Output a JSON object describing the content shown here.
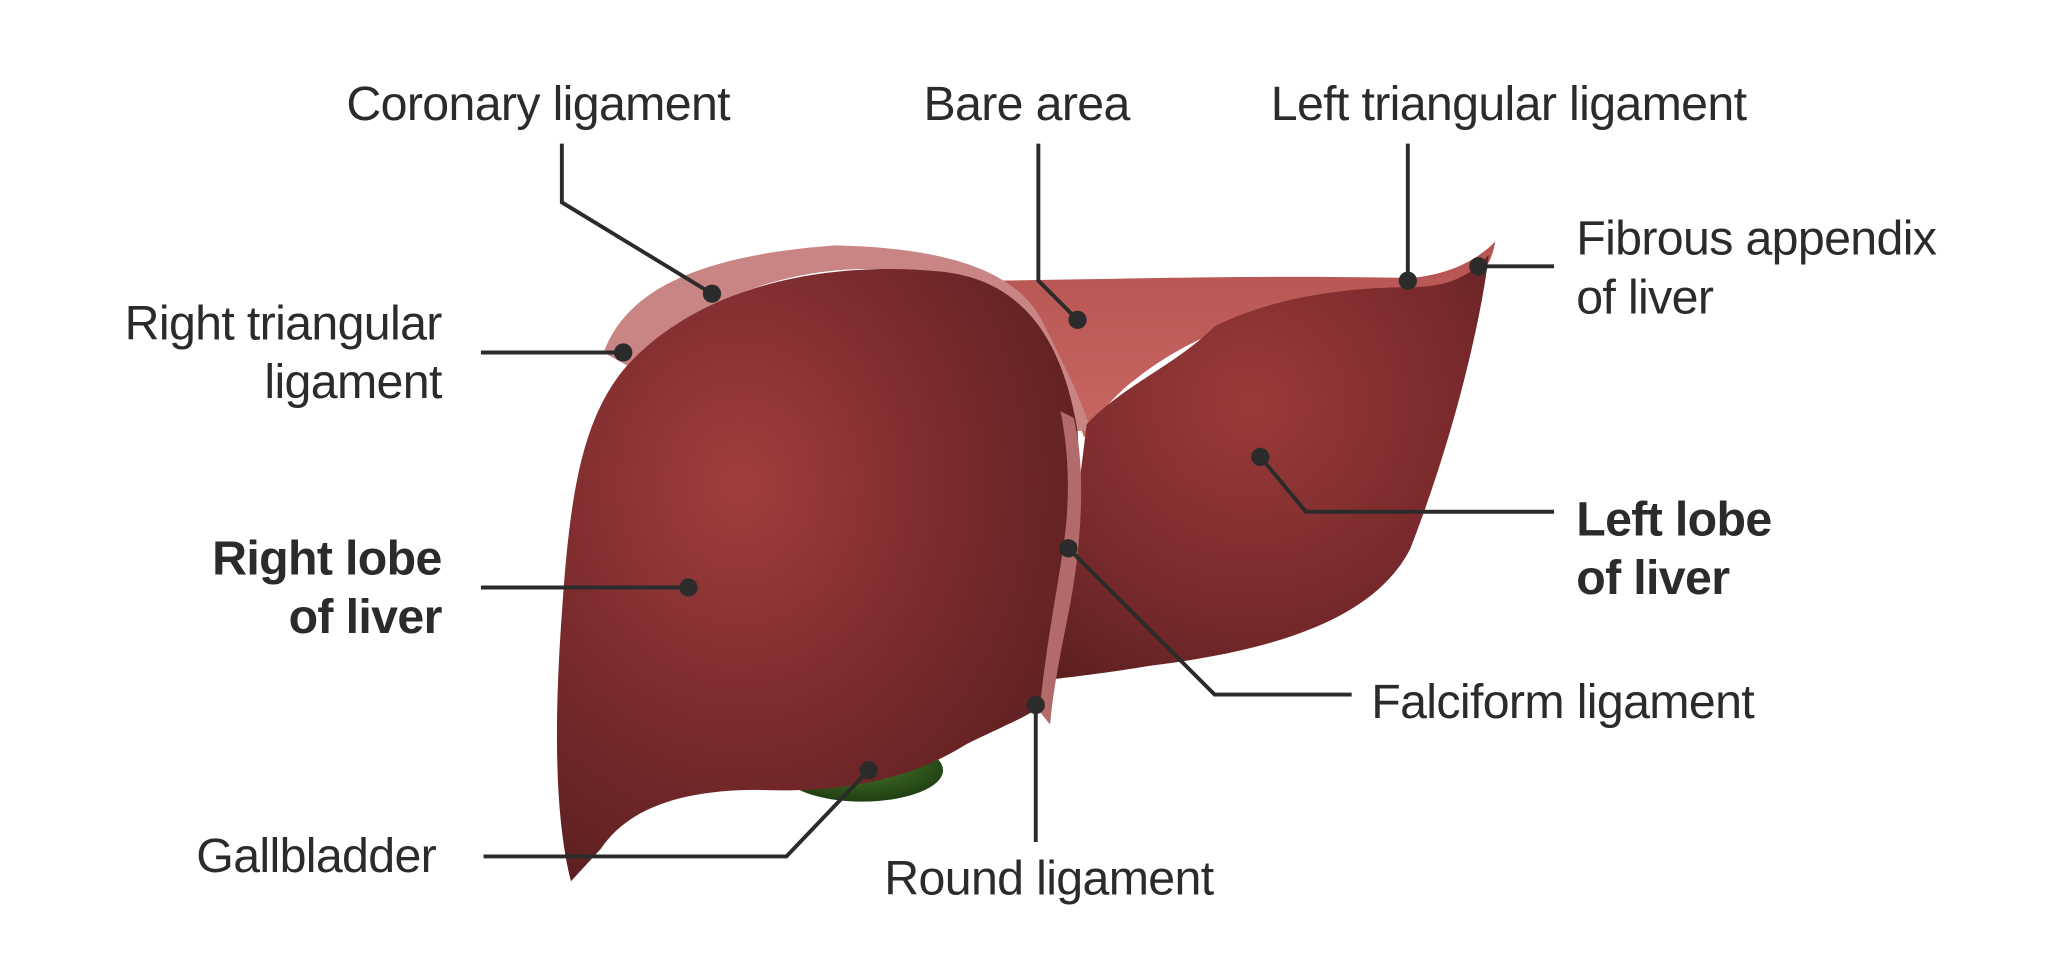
{
  "labels": {
    "coronary_ligament": "Coronary ligament",
    "bare_area": "Bare area",
    "left_triangular_ligament": "Left triangular ligament",
    "fibrous_appendix": [
      "Fibrous appendix",
      "of liver"
    ],
    "right_triangular_ligament": [
      "Right triangular",
      "ligament"
    ],
    "right_lobe": [
      "Right lobe",
      "of liver"
    ],
    "left_lobe": [
      "Left lobe",
      "of liver"
    ],
    "falciform_ligament": "Falciform ligament",
    "gallbladder": "Gallbladder",
    "round_ligament": "Round ligament"
  },
  "colors": {
    "liver": "#7e2a2c",
    "ligament": "#c98080",
    "gallbladder": "#2f5a1e",
    "leader_lines": "#2b2b2b"
  }
}
